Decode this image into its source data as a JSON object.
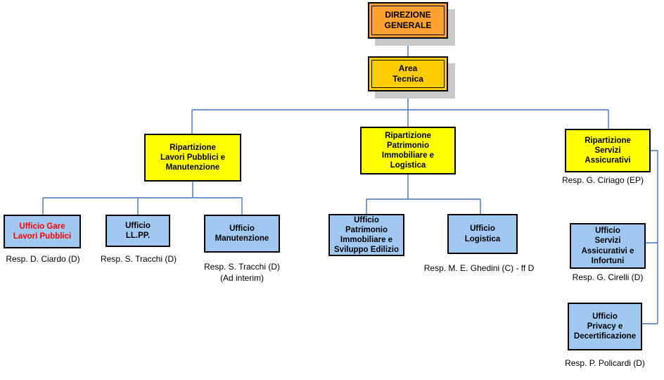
{
  "colors": {
    "direzione_fill": "#FFA033",
    "area_fill": "#FFCC00",
    "ripartizione_fill": "#FFFF00",
    "ufficio_fill": "#A0C8F0",
    "connector_blue": "#4472C4",
    "shadow_gray": "#C9C9C9",
    "border_black": "#000000",
    "alert_red": "#FF0000"
  },
  "org": {
    "direzione": {
      "label": "DIREZIONE\nGENERALE"
    },
    "area_tecnica": {
      "label": "Area\nTecnica"
    },
    "rip_lavori": {
      "label": "Ripartizione\nLavori Pubblici e\nManutenzione"
    },
    "rip_patrimonio": {
      "label": "Ripartizione\nPatrimonio\nImmobiliare e\nLogistica"
    },
    "rip_servizi": {
      "label": "Ripartizione\nServizi\nAssicurativi",
      "resp": "Resp. G. Ciriago (EP)"
    },
    "uff_gare": {
      "label": "Ufficio Gare\nLavori Pubblici",
      "resp": "Resp. D. Ciardo (D)"
    },
    "uff_llpp": {
      "label": "Ufficio\nLL.PP.",
      "resp": "Resp. S. Tracchi (D)"
    },
    "uff_manutenzione": {
      "label": "Ufficio\nManutenzione",
      "resp": "Resp. S. Tracchi (D)\n(Ad interim)"
    },
    "uff_patrimonio": {
      "label": "Ufficio\nPatrimonio\nImmobiliare e\nSviluppo Edilizio"
    },
    "uff_logistica": {
      "label": "Ufficio\nLogistica",
      "resp": "Resp. M. E. Ghedini (C) -  ff D"
    },
    "uff_servizi_assicurativi": {
      "label": "Ufficio\nServizi\nAssicurativi e\nInfortuni",
      "resp": "Resp. G. Cirelli (D)"
    },
    "uff_privacy": {
      "label": "Ufficio\nPrivacy e\nDecertificazione",
      "resp": "Resp. P. Policardi (D)"
    }
  }
}
